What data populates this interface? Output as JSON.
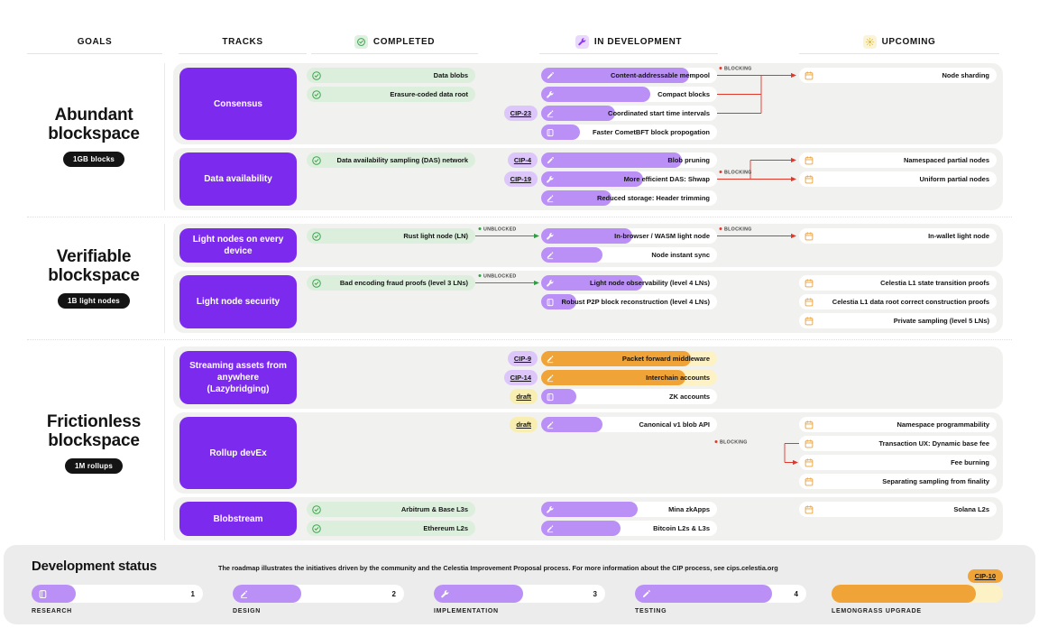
{
  "header": {
    "goals": "GOALS",
    "tracks": "TRACKS",
    "completed": "COMPLETED",
    "in_development": "IN DEVELOPMENT",
    "upcoming": "UPCOMING"
  },
  "labels": {
    "blocking": "BLOCKING",
    "unblocked": "UNBLOCKED"
  },
  "colors": {
    "track_purple": "#7c2bee",
    "progress_purple": "#bb90f6",
    "completed_green_bg": "#dcefdd",
    "check_green": "#3ba24a",
    "upcoming_orange": "#e9a23c",
    "lemongrass_orange": "#f0a437",
    "lemongrass_bg": "#fdf2c5",
    "blocking_red": "#e2372b",
    "unblocked_green": "#2f9e44",
    "row_bg": "#f1f1ef"
  },
  "sections": [
    {
      "goal": {
        "title": "Abundant blockspace",
        "metric": "1GB blocks"
      },
      "tracks": [
        {
          "name": "Consensus",
          "completed": [
            "Data blobs",
            "Erasure-coded data root"
          ],
          "in_development": [
            {
              "label": "Content-addressable mempool",
              "stage": "testing",
              "w": "84%"
            },
            {
              "label": "Compact blocks",
              "stage": "implementation",
              "w": "62%"
            },
            {
              "label": "Coordinated start time intervals",
              "stage": "design",
              "w": "42%",
              "badge": "CIP-23"
            },
            {
              "label": "Faster CometBFT block propogation",
              "stage": "research",
              "w": "22%"
            }
          ],
          "upcoming": [
            "Node sharding"
          ]
        },
        {
          "name": "Data availability",
          "completed": [
            "Data availability sampling (DAS) network"
          ],
          "in_development": [
            {
              "label": "Blob pruning",
              "stage": "testing",
              "w": "80%",
              "badge": "CIP-4"
            },
            {
              "label": "More efficient DAS: Shwap",
              "stage": "implementation",
              "w": "58%",
              "badge": "CIP-19"
            },
            {
              "label": "Reduced storage: Header trimming",
              "stage": "design",
              "w": "40%"
            }
          ],
          "upcoming": [
            "Namespaced partial nodes",
            "Uniform partial nodes"
          ]
        }
      ]
    },
    {
      "goal": {
        "title": "Verifiable blockspace",
        "metric": "1B light nodes"
      },
      "tracks": [
        {
          "name": "Light nodes on every device",
          "completed": [
            "Rust light node (LN)"
          ],
          "in_development": [
            {
              "label": "In-browser / WASM light node",
              "stage": "implementation",
              "w": "52%"
            },
            {
              "label": "Node instant sync",
              "stage": "design",
              "w": "35%"
            }
          ],
          "upcoming": [
            "In-wallet light node"
          ]
        },
        {
          "name": "Light node security",
          "completed": [
            "Bad encoding fraud proofs (level 3 LNs)"
          ],
          "in_development": [
            {
              "label": "Light node observability (level 4 LNs)",
              "stage": "implementation",
              "w": "58%"
            },
            {
              "label": "Robust P2P block reconstruction (level 4 LNs)",
              "stage": "research",
              "w": "20%"
            }
          ],
          "upcoming": [
            "Celestia L1 state transition proofs",
            "Celestia L1 data root correct construction proofs",
            "Private sampling (level 5 LNs)"
          ]
        }
      ]
    },
    {
      "goal": {
        "title": "Frictionless blockspace",
        "metric": "1M rollups"
      },
      "tracks": [
        {
          "name": "Streaming assets from anywhere (Lazybridging)",
          "completed": [],
          "in_development": [
            {
              "label": "Packet forward middleware",
              "stage": "design",
              "w": "85%",
              "badge": "CIP-9",
              "lemongrass": true
            },
            {
              "label": "Interchain accounts",
              "stage": "design",
              "w": "82%",
              "badge": "CIP-14",
              "lemongrass": true
            },
            {
              "label": "ZK accounts",
              "stage": "research",
              "w": "20%",
              "badge": "draft"
            }
          ],
          "upcoming": []
        },
        {
          "name": "Rollup devEx",
          "completed": [],
          "in_development": [
            {
              "label": "Canonical v1 blob API",
              "stage": "design",
              "w": "35%",
              "badge": "draft"
            }
          ],
          "upcoming": [
            "Namespace programmability",
            "Transaction UX: Dynamic base fee",
            "Fee burning",
            "Separating sampling from finality"
          ]
        },
        {
          "name": "Blobstream",
          "completed": [
            "Arbitrum & Base L3s",
            "Ethereum L2s"
          ],
          "in_development": [
            {
              "label": "Mina zkApps",
              "stage": "implementation",
              "w": "55%"
            },
            {
              "label": "Bitcoin L2s & L3s",
              "stage": "design",
              "w": "45%"
            }
          ],
          "upcoming": [
            "Solana L2s"
          ]
        }
      ]
    }
  ],
  "legend": {
    "title": "Development status",
    "caption": "The roadmap illustrates the initiatives driven by the community and the Celestia Improvement Proposal process. For more information about the CIP process, see cips.celestia.org",
    "stages": [
      {
        "label": "RESEARCH",
        "number": "1",
        "w": "26%"
      },
      {
        "label": "DESIGN",
        "number": "2",
        "w": "40%"
      },
      {
        "label": "IMPLEMENTATION",
        "number": "3",
        "w": "52%"
      },
      {
        "label": "TESTING",
        "number": "4",
        "w": "80%"
      },
      {
        "label": "LEMONGRASS UPGRADE",
        "badge": "CIP-10",
        "w": "84%"
      }
    ]
  }
}
